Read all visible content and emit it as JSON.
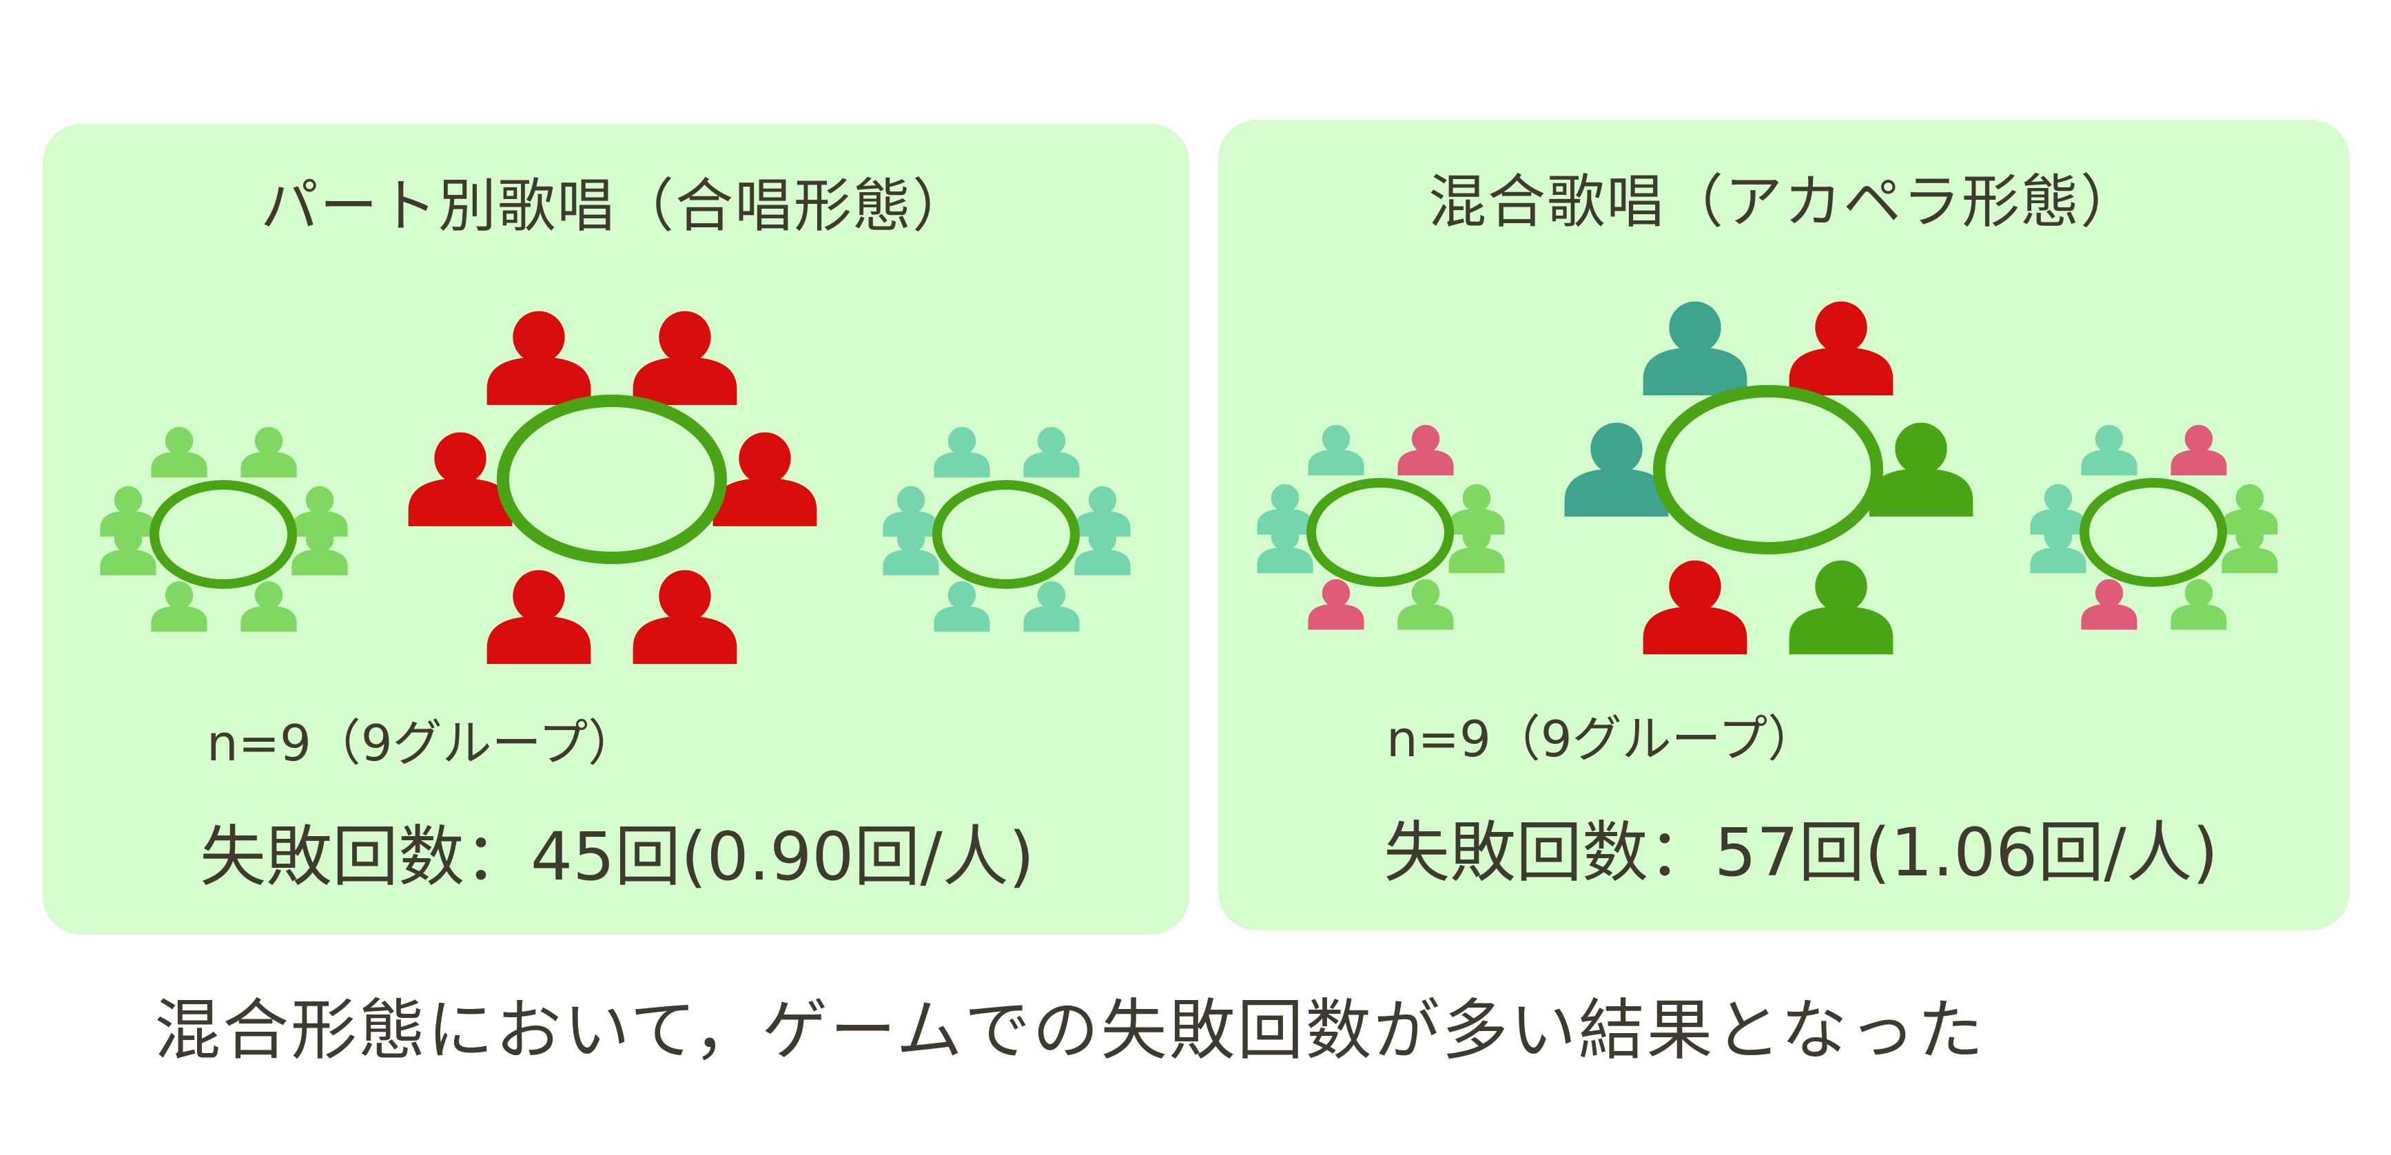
{
  "colors": {
    "panel_bg": "#d4fccc",
    "text": "#3f3a2e",
    "table_ring": "#4aa514",
    "red": "#d90e0c",
    "light_green": "#7fd862",
    "mint": "#75d6ae",
    "teal": "#3ea48d",
    "green": "#4aa514",
    "pink": "#df5c79"
  },
  "panels": [
    {
      "title": "パート別歌唱（合唱形態）",
      "group_size": "n=9（9グループ）",
      "failures": "失敗回数：45回(0.90回/人)",
      "icons": [
        "person-icon",
        "table-icon"
      ]
    },
    {
      "title": "混合歌唱（アカペラ形態）",
      "group_size": "n=9（9グループ）",
      "failures": "失敗回数：57回(1.06回/人)",
      "icons": [
        "person-icon",
        "table-icon"
      ]
    }
  ],
  "conclusion": "混合形態において，ゲームでの失敗回数が多い結果となった"
}
